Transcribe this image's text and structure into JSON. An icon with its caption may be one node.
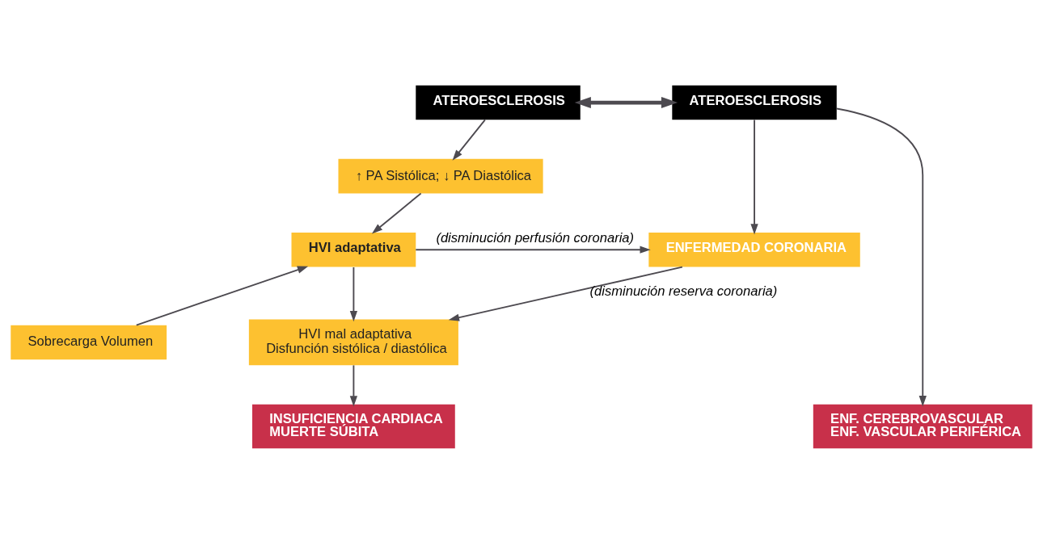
{
  "diagram": {
    "nodes": [
      {
        "text": [
          "ATEROESCLEROSIS"
        ]
      },
      {
        "text": [
          "ATEROESCLEROSIS"
        ]
      },
      {
        "text": [
          "↑ PA Sistólica; ↓ PA Diastólica"
        ]
      },
      {
        "text": [
          "HVI adaptativa"
        ]
      },
      {
        "text": [
          "ENFERMEDAD CORONARIA"
        ]
      },
      {
        "text": [
          "Sobrecarga Volumen"
        ]
      },
      {
        "text": [
          "HVI mal adaptativa",
          "Disfunción sistólica / diastólica"
        ]
      },
      {
        "text": [
          "INSUFICIENCIA CARDIACA",
          "MUERTE SÚBITA"
        ]
      },
      {
        "text": [
          "ENF. CEREBROVASCULAR",
          "ENF. VASCULAR PERIFÉRICA"
        ]
      }
    ],
    "edges": [
      {
        "from": 0,
        "to": 1,
        "arrow": "both",
        "style": "thick"
      },
      {
        "from": 0,
        "to": 2,
        "arrow": "to"
      },
      {
        "from": 2,
        "to": 3,
        "arrow": "to"
      },
      {
        "from": 1,
        "to": 4,
        "arrow": "to"
      },
      {
        "from": 1,
        "to": 8,
        "arrow": "to"
      },
      {
        "from": 3,
        "to": 4,
        "arrow": "to",
        "label": "(disminución perfusión coronaria)"
      },
      {
        "from": 5,
        "to": 3,
        "arrow": "to"
      },
      {
        "from": 3,
        "to": 6,
        "arrow": "to"
      },
      {
        "from": 4,
        "to": 6,
        "arrow": "to",
        "label": "(disminución reserva coronaria)"
      },
      {
        "from": 6,
        "to": 7,
        "arrow": "to"
      }
    ]
  }
}
